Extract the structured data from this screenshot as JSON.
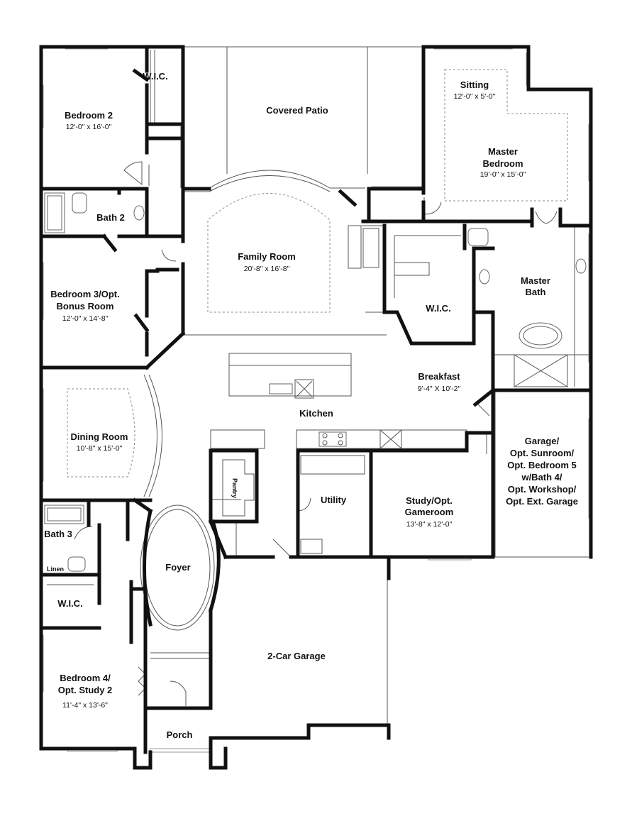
{
  "rooms": {
    "bedroom2": {
      "name": "Bedroom 2",
      "dims": "12'-0\" x 16'-0\""
    },
    "wic_top": {
      "name": "W.I.C."
    },
    "covered_patio": {
      "name": "Covered Patio"
    },
    "sitting": {
      "name": "Sitting",
      "dims": "12'-0\" x 5'-0\""
    },
    "master_bedroom": {
      "name1": "Master",
      "name2": "Bedroom",
      "dims": "19'-0\" x 15'-0\""
    },
    "bath2": {
      "name": "Bath 2"
    },
    "family_room": {
      "name": "Family Room",
      "dims": "20'-8\" x 16'-8\""
    },
    "wic_master": {
      "name": "W.I.C."
    },
    "master_bath": {
      "name1": "Master",
      "name2": "Bath"
    },
    "bedroom3": {
      "name1": "Bedroom 3/Opt.",
      "name2": "Bonus Room",
      "dims": "12'-0\" x 14'-8\""
    },
    "breakfast": {
      "name": "Breakfast",
      "dims": "9'-4\" X 10'-2\""
    },
    "kitchen": {
      "name": "Kitchen"
    },
    "dining_room": {
      "name": "Dining Room",
      "dims": "10'-8\" x 15'-0\""
    },
    "garage_opt": {
      "lines": [
        "Garage/",
        "Opt. Sunroom/",
        "Opt. Bedroom 5",
        "w/Bath 4/",
        "Opt. Workshop/",
        "Opt. Ext. Garage"
      ]
    },
    "pantry": {
      "name": "Pantry"
    },
    "utility": {
      "name": "Utility"
    },
    "study": {
      "name1": "Study/Opt.",
      "name2": "Gameroom",
      "dims": "13'-8\" x 12'-0\""
    },
    "bath3": {
      "name": "Bath 3"
    },
    "linen": {
      "name": "Linen"
    },
    "foyer": {
      "name": "Foyer"
    },
    "wic_bed4": {
      "name": "W.I.C."
    },
    "garage2": {
      "name": "2-Car Garage"
    },
    "bedroom4": {
      "name1": "Bedroom 4/",
      "name2": "Opt. Study 2",
      "dims": "11'-4\" x 13'-6\""
    },
    "porch": {
      "name": "Porch"
    }
  }
}
